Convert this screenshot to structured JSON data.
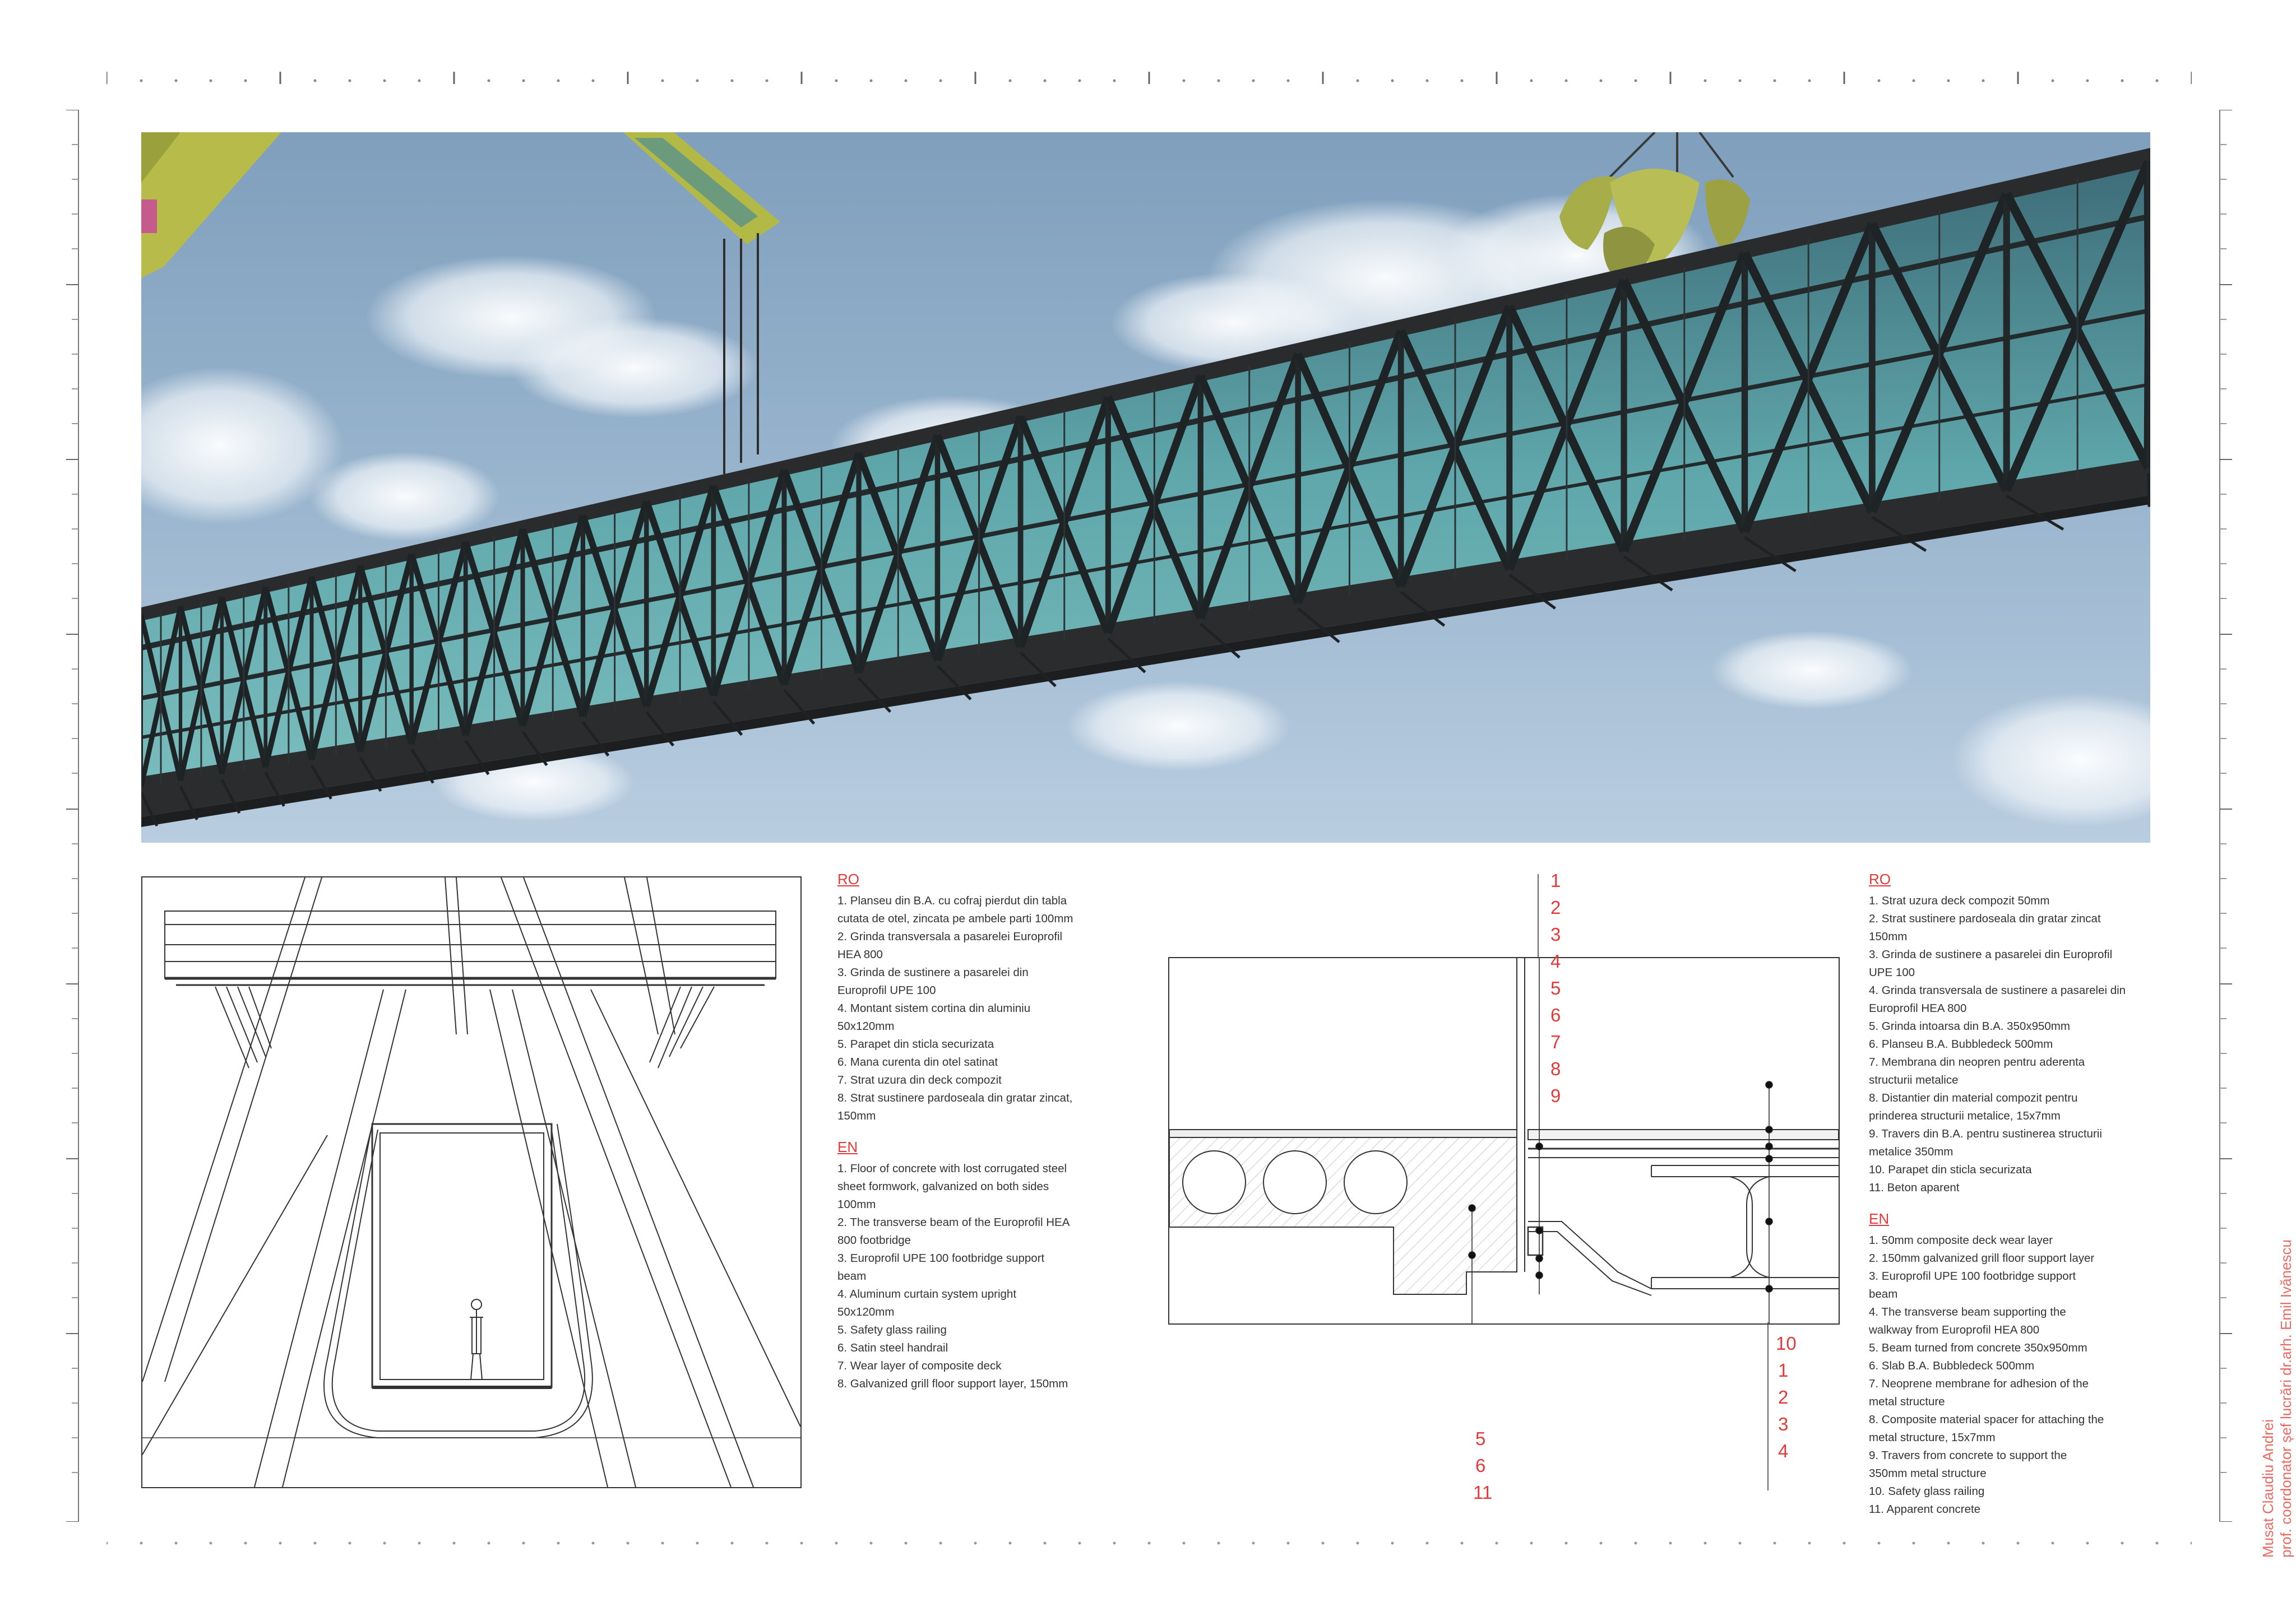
{
  "legend_left": {
    "ro_label": "RO",
    "ro_items": [
      "1. Planseu din B.A. cu cofraj pierdut din tabla\ncutata de otel, zincata pe ambele parti 100mm",
      "2. Grinda transversala a pasarelei Europrofil\nHEA 800",
      "3. Grinda de sustinere a pasarelei din\nEuroprofil UPE 100",
      "4. Montant sistem cortina din aluminiu\n50x120mm",
      "5. Parapet din sticla securizata",
      "6. Mana curenta din otel satinat",
      "7. Strat uzura din deck compozit",
      "8. Strat sustinere pardoseala din gratar zincat,\n150mm"
    ],
    "en_label": "EN",
    "en_items": [
      "1. Floor of concrete with lost corrugated steel\nsheet formwork, galvanized on both sides\n100mm",
      "2. The transverse beam of the Europrofil HEA\n800 footbridge",
      "3. Europrofil UPE 100 footbridge support\nbeam",
      "4. Aluminum curtain system upright\n50x120mm",
      "5. Safety glass railing",
      "6. Satin steel handrail",
      "7. Wear layer of composite deck",
      "8. Galvanized grill floor support layer, 150mm"
    ]
  },
  "legend_right": {
    "ro_label": "RO",
    "ro_items": [
      "1. Strat uzura deck compozit 50mm",
      "2. Strat sustinere pardoseala din gratar zincat\n150mm",
      "3. Grinda de sustinere a pasarelei din Europrofil\nUPE 100",
      "4. Grinda transversala de sustinere a pasarelei din\nEuroprofil HEA 800",
      "5. Grinda intoarsa din B.A. 350x950mm",
      "6. Planseu B.A. Bubbledeck 500mm",
      "7. Membrana din neopren pentru aderenta\nstructurii metalice",
      "8. Distantier din material compozit pentru\nprinderea structurii metalice, 15x7mm",
      "9. Travers din B.A. pentru sustinerea structurii\nmetalice 350mm",
      "10. Parapet din sticla securizata",
      "11. Beton aparent"
    ],
    "en_label": "EN",
    "en_items": [
      "1. 50mm composite deck wear layer",
      "2. 150mm galvanized grill floor support layer",
      "3. Europrofil UPE 100 footbridge support\nbeam",
      "4. The transverse beam supporting the\nwalkway from Europrofil HEA 800",
      "5. Beam turned from concrete 350x950mm",
      "6. Slab B.A. Bubbledeck 500mm",
      "7. Neoprene membrane for adhesion of the\nmetal structure",
      "8. Composite material spacer for attaching the\nmetal structure, 15x7mm",
      "9. Travers from concrete to support the\n350mm metal structure",
      "10. Safety glass railing",
      "11. Apparent concrete"
    ]
  },
  "callouts_top": [
    "1",
    "2",
    "3",
    "4",
    "5",
    "6",
    "7",
    "8",
    "9"
  ],
  "callouts_bottom_right": [
    "10",
    "1",
    "2",
    "3",
    "4"
  ],
  "callouts_bottom_left": [
    "5",
    "6",
    "11"
  ],
  "credits": {
    "author": "Musat Claudiu Andrei",
    "coordinator": "prof. coordonator șef lucrări dr.arh. Emil Ivănescu"
  },
  "colors": {
    "accent_red": "#e23a3a",
    "credit_pink": "#e86a62",
    "sky": "#8fb0cc",
    "glass": "#4e9aa0",
    "steel": "#2b2d2e",
    "crane_yellow": "#b7bd4a"
  }
}
